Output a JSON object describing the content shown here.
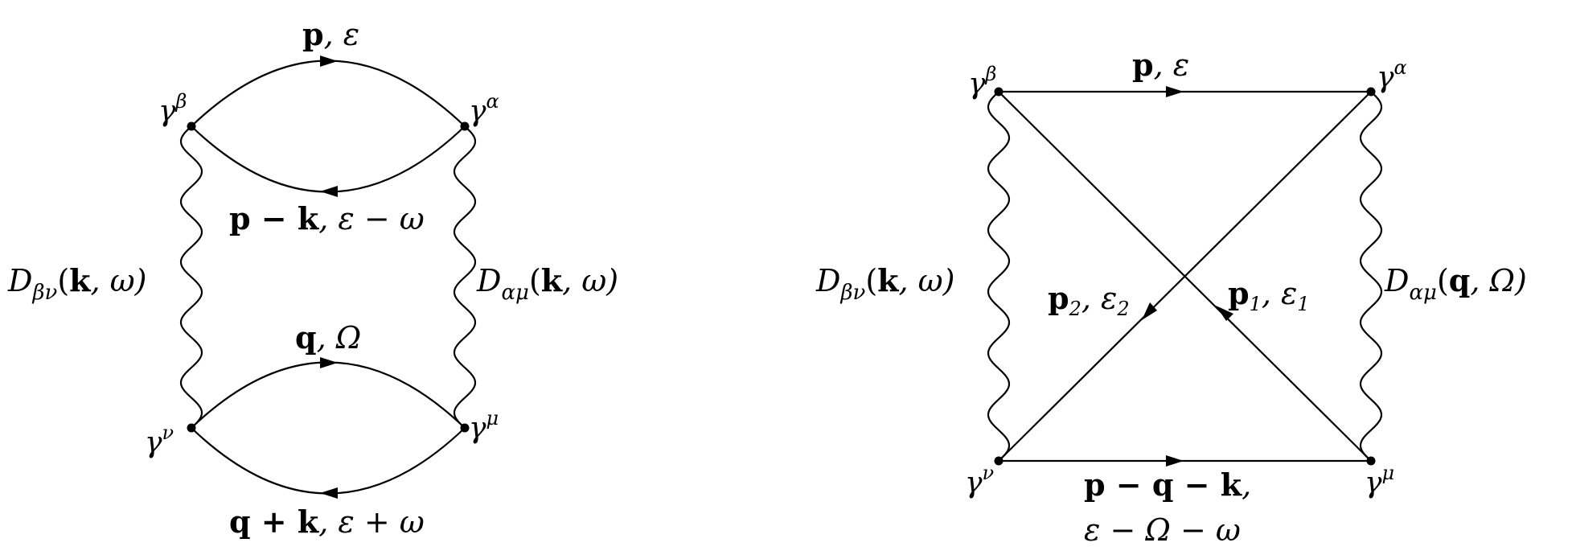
{
  "diagram_left": {
    "vertex_labels": {
      "top_left": {
        "base": "γ",
        "sup": "β"
      },
      "top_right": {
        "base": "γ",
        "sup": "α"
      },
      "bottom_left": {
        "base": "γ",
        "sup": "ν"
      },
      "bottom_right": {
        "base": "γ",
        "sup": "μ"
      }
    },
    "edge_labels": {
      "upper_top": {
        "bold": "p",
        "rest": ", ε"
      },
      "upper_bottom": {
        "bold": "p − k",
        "rest": ", ε − ω"
      },
      "lower_top": {
        "bold": "q",
        "rest": ", Ω"
      },
      "lower_bottom": {
        "bold": "q + k",
        "rest": ", ε + ω"
      }
    },
    "propagator_labels": {
      "left": {
        "D": "D",
        "sub": "βν",
        "open": "(",
        "bold": "k",
        "rest": ", ω)"
      },
      "right": {
        "D": "D",
        "sub": "αμ",
        "open": "(",
        "bold": "k",
        "rest": ", ω)"
      }
    }
  },
  "diagram_right": {
    "vertex_labels": {
      "top_left": {
        "base": "γ",
        "sup": "β"
      },
      "top_right": {
        "base": "γ",
        "sup": "α"
      },
      "bottom_left": {
        "base": "γ",
        "sup": "ν"
      },
      "bottom_right": {
        "base": "γ",
        "sup": "μ"
      }
    },
    "edge_labels": {
      "top": {
        "bold": "p",
        "rest": ", ε"
      },
      "bottom_line1": {
        "bold": "p − q − k",
        "rest": ","
      },
      "bottom_line2": {
        "rest": "ε − Ω − ω"
      },
      "diag_left": {
        "bold": "p",
        "sub": "2",
        "rest": ", ε",
        "sub2": "2"
      },
      "diag_right": {
        "bold": "p",
        "sub": "1",
        "rest": ", ε",
        "sub2": "1"
      }
    },
    "propagator_labels": {
      "left": {
        "D": "D",
        "sub": "βν",
        "open": "(",
        "bold": "k",
        "rest": ", ω)"
      },
      "right": {
        "D": "D",
        "sub": "αμ",
        "open": "(",
        "bold": "q",
        "rest": ", Ω)"
      }
    }
  }
}
